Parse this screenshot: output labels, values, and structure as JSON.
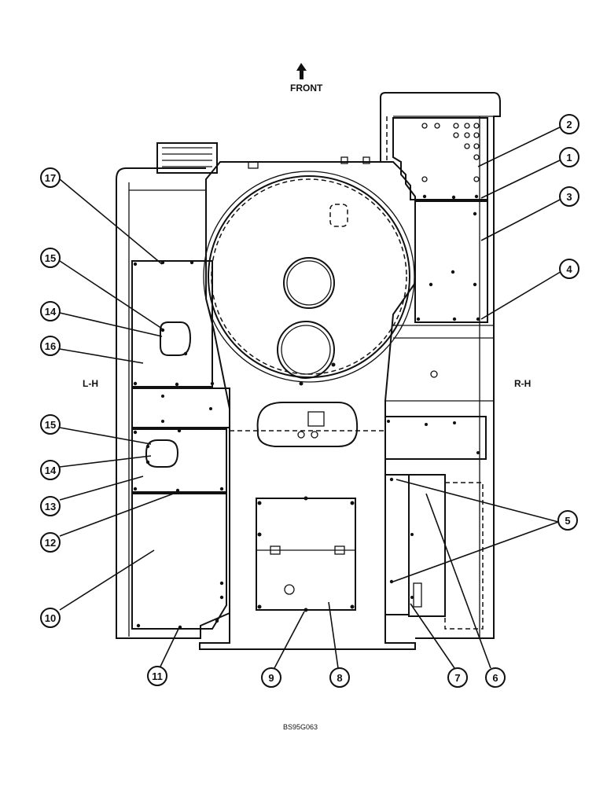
{
  "diagram": {
    "direction_label": "FRONT",
    "left_side_label": "L-H",
    "right_side_label": "R-H",
    "drawing_code": "BS95G063",
    "callouts": [
      "1",
      "2",
      "3",
      "4",
      "5",
      "6",
      "7",
      "8",
      "9",
      "10",
      "11",
      "12",
      "13",
      "14",
      "15",
      "16",
      "17"
    ]
  }
}
